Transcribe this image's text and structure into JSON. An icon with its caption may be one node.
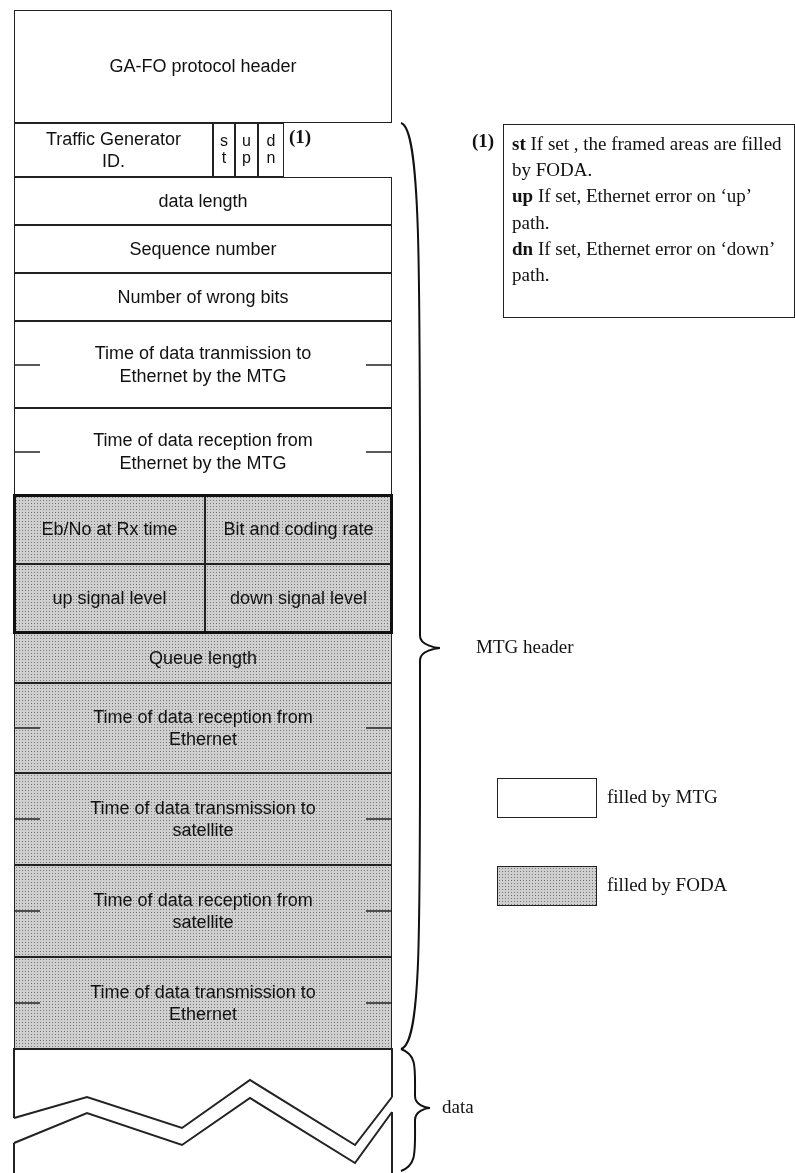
{
  "diagram": {
    "nodes": [
      {
        "text": [
          "GA-FO protocol header"
        ]
      },
      {
        "text": [
          "Traffic Generator ID."
        ]
      },
      {
        "text": [
          "st"
        ]
      },
      {
        "text": [
          "up"
        ]
      },
      {
        "text": [
          "dn"
        ]
      },
      {
        "text": [
          "data length"
        ]
      },
      {
        "text": [
          "Sequence number"
        ]
      },
      {
        "text": [
          "Number of wrong bits"
        ]
      },
      {
        "text": [
          "Time of data tranmission to Ethernet by the MTG"
        ]
      },
      {
        "text": [
          "Time of data reception from Ethernet by the MTG"
        ]
      },
      {
        "text": [
          "Eb/No at Rx time"
        ]
      },
      {
        "text": [
          "Bit and coding rate"
        ]
      },
      {
        "text": [
          "up signal level"
        ]
      },
      {
        "text": [
          "down signal level"
        ]
      },
      {
        "text": [
          "Queue length"
        ]
      },
      {
        "text": [
          "Time of data reception from Ethernet"
        ]
      },
      {
        "text": [
          "Time of data transmission to satellite"
        ]
      },
      {
        "text": [
          "Time of data reception from satellite"
        ]
      },
      {
        "text": [
          "Time of data transmission to Ethernet"
        ]
      },
      {
        "text": [],
        "shape": "box"
      },
      {
        "text": [
          "**st** If set , the framed areas are filled by FODA.",
          "**up** If set, Ethernet error on ‘up’ path.",
          "**dn** If set, Ethernet error on ‘down’ path."
        ],
        "beside": [
          "(1)"
        ]
      }
    ],
    "edges": [],
    "labels": [
      "(1)",
      "MTG header",
      "data"
    ],
    "legend": [
      {
        "text": "filled by MTG",
        "color": "#ffffff"
      },
      {
        "text": "filled by FODA",
        "color": "#cfcfcf"
      }
    ]
  }
}
